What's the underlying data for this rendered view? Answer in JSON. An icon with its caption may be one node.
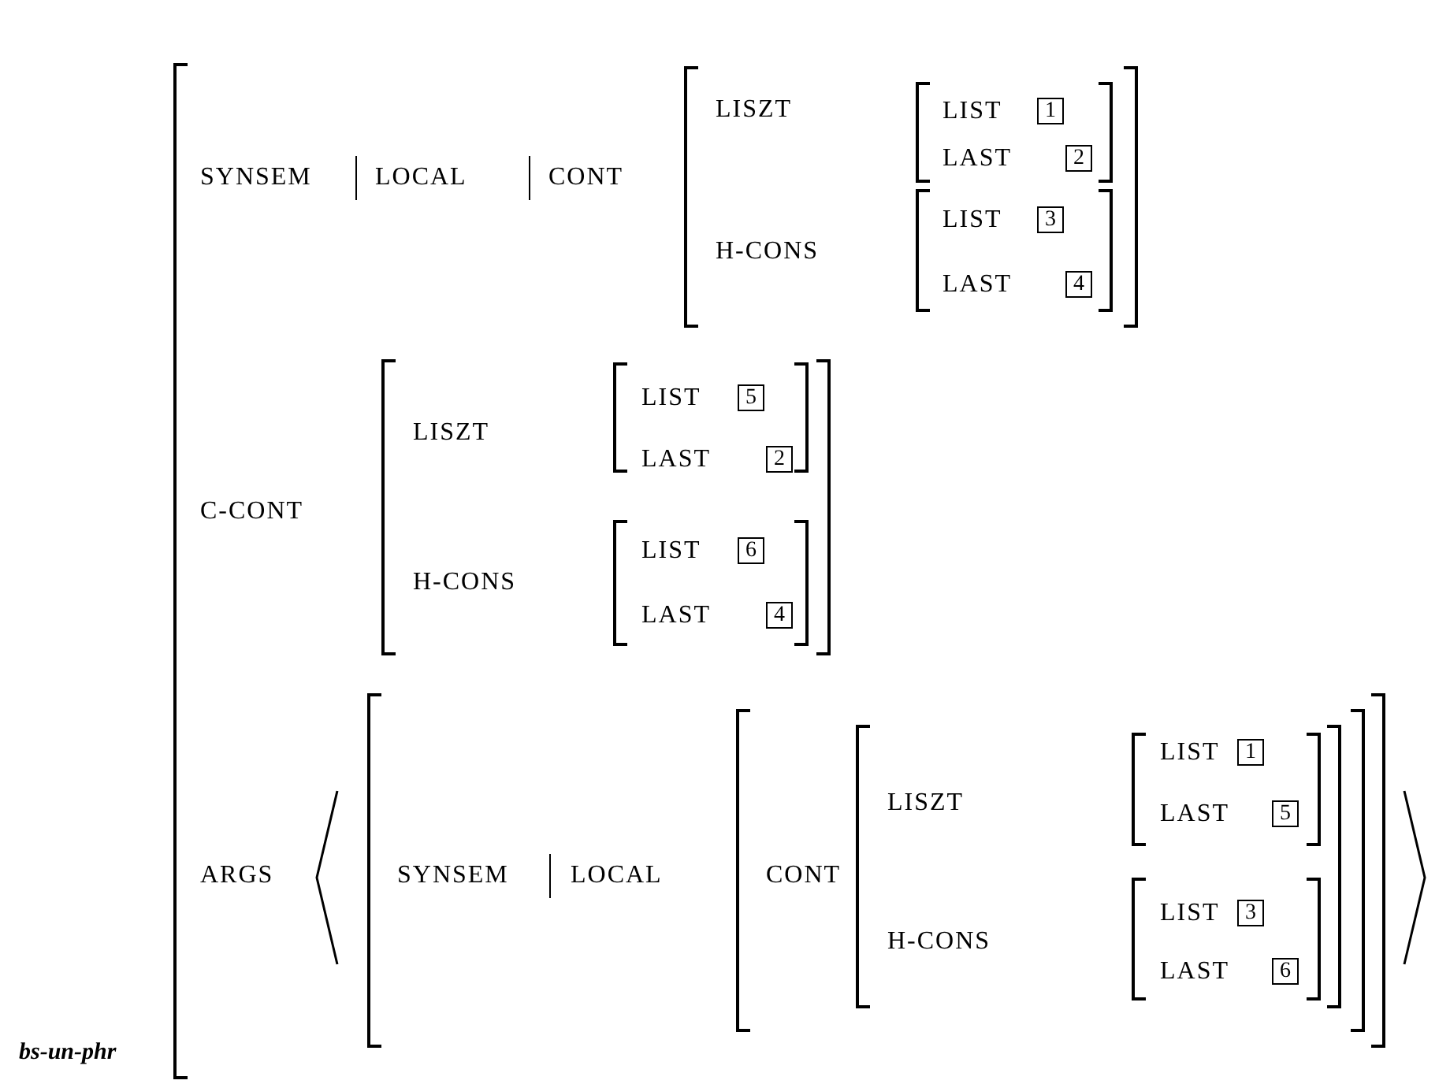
{
  "diagram": {
    "nodes": [
      {
        "text": [
          "SYNSEM",
          "LOCAL",
          "CONT",
          "C-CONT",
          "ARGS"
        ],
        "beside": [
          "bs-un-phr"
        ]
      },
      {
        "text": [
          "LISZT",
          "H-CONS"
        ],
        "in": 0
      },
      {
        "text": [
          "LIST",
          "1",
          "LAST",
          "2"
        ],
        "in": 1
      },
      {
        "text": [
          "LIST",
          "3",
          "LAST",
          "4"
        ],
        "in": 1
      },
      {
        "text": [
          "LISZT",
          "H-CONS"
        ],
        "in": 0
      },
      {
        "text": [
          "LIST",
          "5",
          "LAST",
          "2"
        ],
        "in": 4
      },
      {
        "text": [
          "LIST",
          "6",
          "LAST",
          "4"
        ],
        "in": 4
      },
      {
        "text": [
          "SYNSEM",
          "LOCAL"
        ],
        "in": 0
      },
      {
        "text": [
          "CONT"
        ],
        "in": 7
      },
      {
        "text": [
          "LISZT",
          "H-CONS"
        ],
        "in": 8
      },
      {
        "text": [
          "LIST",
          "1",
          "LAST",
          "5"
        ],
        "in": 9
      },
      {
        "text": [
          "LIST",
          "3",
          "LAST",
          "6"
        ],
        "in": 9
      }
    ]
  }
}
